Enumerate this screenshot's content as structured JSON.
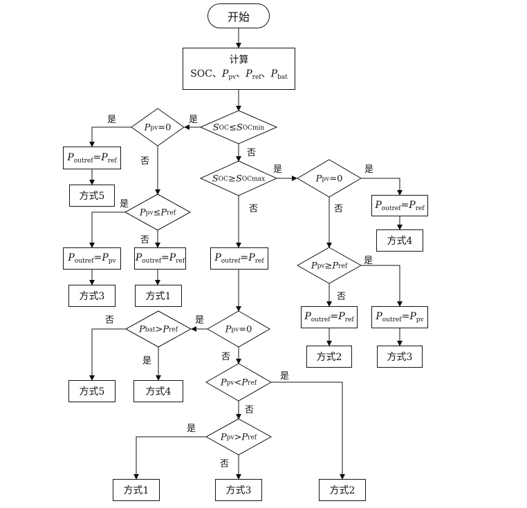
{
  "start": "开始",
  "compute": {
    "title": "计算",
    "vars": "SOC、Ppv、Pref、Pbat"
  },
  "sym": {
    "S": "S",
    "P": "P",
    "OC": "OC",
    "OCmin": "OCmin",
    "OCmax": "OCmax",
    "pv": "pv",
    "ref": "ref",
    "bat": "bat",
    "outref": "outref",
    "le": "≤",
    "ge": "≥",
    "lt": "<",
    "gt": ">",
    "eq": "=",
    "zero": "=0"
  },
  "yes": "是",
  "no": "否",
  "modes": {
    "m1": "方式1",
    "m2": "方式2",
    "m3": "方式3",
    "m4": "方式4",
    "m5": "方式5"
  }
}
